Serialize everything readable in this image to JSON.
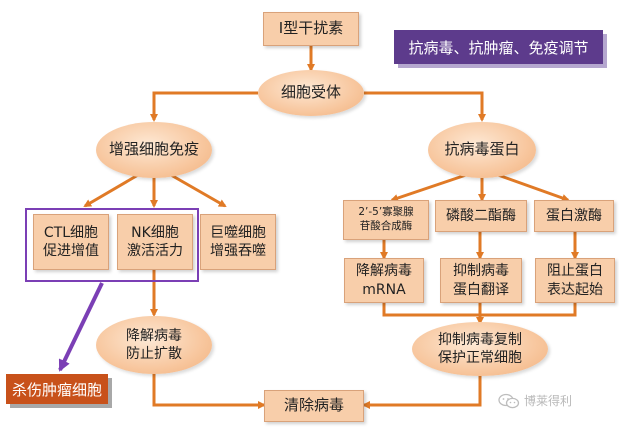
{
  "nodes": {
    "interferon": "I型干扰素",
    "receptor": "细胞受体",
    "enhance_immunity": "增强细胞免疫",
    "antiviral_protein": "抗病毒蛋白",
    "ctl": [
      "CTL细胞",
      "促进增值"
    ],
    "nk": [
      "NK细胞",
      "激活活力"
    ],
    "macrophage": [
      "巨噬细胞",
      "增强吞噬"
    ],
    "synthetase": [
      "2’-5’寡聚腺",
      "苷酸合成酶"
    ],
    "phosphodiesterase": "磷酸二酯酶",
    "kinase": "蛋白激酶",
    "degrade_mrna": [
      "降解病毒",
      "mRNA"
    ],
    "inhibit_translation": [
      "抑制病毒",
      "蛋白翻译"
    ],
    "block_expression": [
      "阻止蛋白",
      "表达起始"
    ],
    "degrade_virus": [
      "降解病毒",
      "防止扩散"
    ],
    "inhibit_replication": [
      "抑制病毒复制",
      "保护正常细胞"
    ],
    "clear_virus": "清除病毒"
  },
  "tags": {
    "top_right": "抗病毒、抗肿瘤、免疫调节",
    "bottom_left": "杀伤肿瘤细胞"
  },
  "watermark": "博莱得利",
  "colors": {
    "box_fill": "#f8ceaa",
    "arrow": "#e07a26",
    "purple_frame": "#7b3fb5",
    "top_tag": "#5d3b8c",
    "bottom_tag": "#c8511a"
  }
}
